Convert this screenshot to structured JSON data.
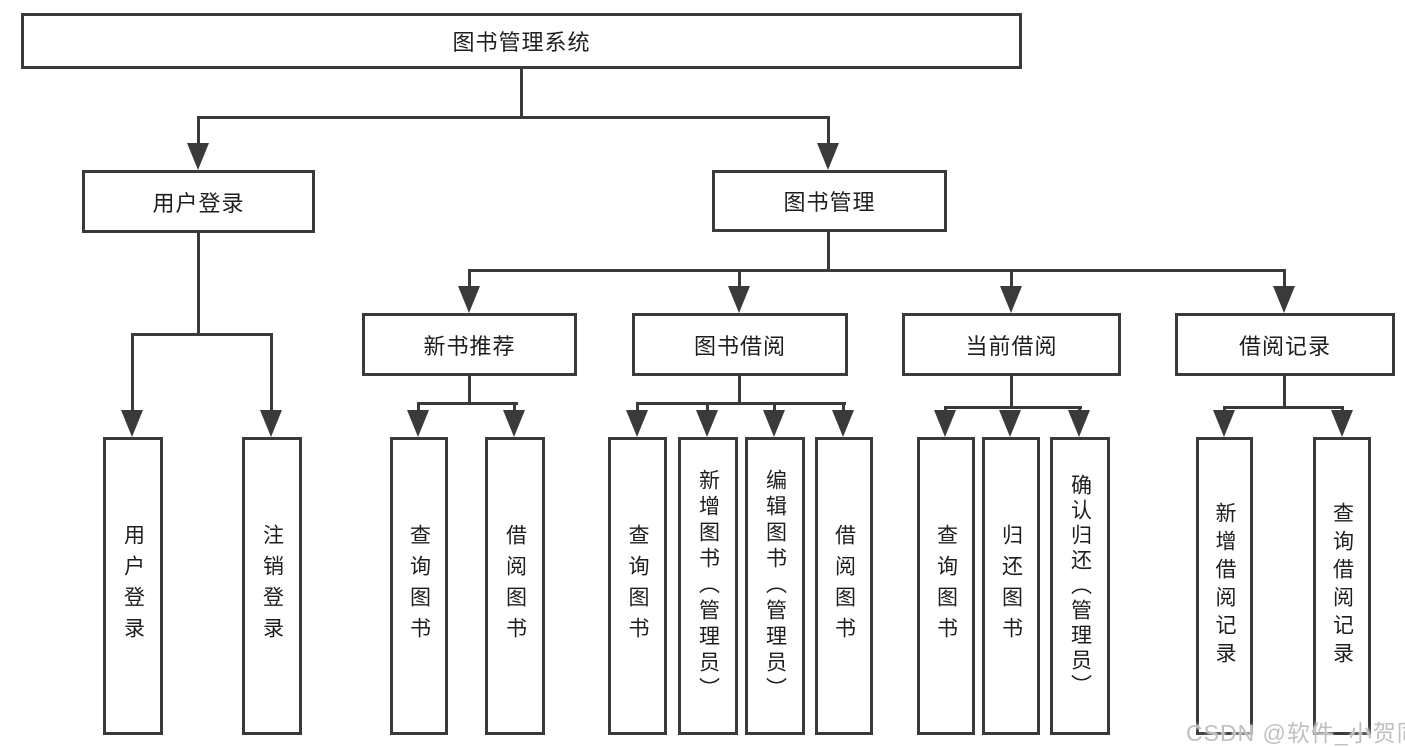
{
  "diagram": {
    "title": "图书管理系统",
    "type": "hierarchy-tree",
    "colors": {
      "line": "#3a3a3a",
      "box_border": "#3a3a3a",
      "box_fill": "#ffffff",
      "text": "#1e1e1e",
      "watermark_text": "#c3bfbf",
      "background": "#ffffff"
    },
    "root": {
      "label": "图书管理系统",
      "children": [
        {
          "label": "用户登录",
          "children": [
            {
              "label": "用户登录"
            },
            {
              "label": "注销登录"
            }
          ]
        },
        {
          "label": "图书管理",
          "children": [
            {
              "label": "新书推荐",
              "children": [
                {
                  "label": "查询图书"
                },
                {
                  "label": "借阅图书"
                }
              ]
            },
            {
              "label": "图书借阅",
              "children": [
                {
                  "label": "查询图书"
                },
                {
                  "label": "新增图书（管理员）"
                },
                {
                  "label": "编辑图书（管理员）"
                },
                {
                  "label": "借阅图书"
                }
              ]
            },
            {
              "label": "当前借阅",
              "children": [
                {
                  "label": "查询图书"
                },
                {
                  "label": "归还图书"
                },
                {
                  "label": "确认归还（管理员）"
                }
              ]
            },
            {
              "label": "借阅记录",
              "children": [
                {
                  "label": "新增借阅记录"
                },
                {
                  "label": "查询借阅记录"
                }
              ]
            }
          ]
        }
      ]
    }
  },
  "watermark": "CSDN @软件_小贺同学"
}
